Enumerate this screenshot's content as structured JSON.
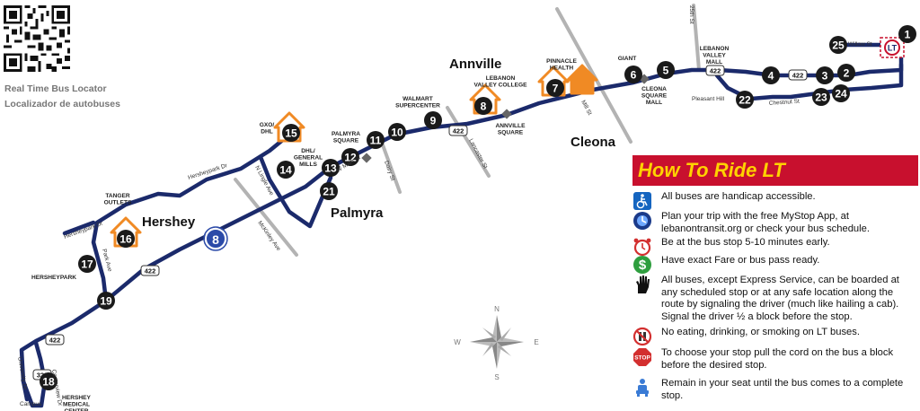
{
  "qr": {
    "line1": "Real Time Bus Locator",
    "line2": "Localizador de autobuses"
  },
  "towns": {
    "annville": "Annville",
    "cleona": "Cleona",
    "hershey": "Hershey",
    "palmyra": "Palmyra"
  },
  "route_shield": "8",
  "compass": {
    "n": "N",
    "s": "S",
    "e": "E",
    "w": "W"
  },
  "stops": [
    {
      "num": "1"
    },
    {
      "num": "2"
    },
    {
      "num": "3"
    },
    {
      "num": "4"
    },
    {
      "num": "5"
    },
    {
      "num": "6"
    },
    {
      "num": "7"
    },
    {
      "num": "8"
    },
    {
      "num": "9"
    },
    {
      "num": "10"
    },
    {
      "num": "11"
    },
    {
      "num": "12"
    },
    {
      "num": "13"
    },
    {
      "num": "14"
    },
    {
      "num": "15"
    },
    {
      "num": "16"
    },
    {
      "num": "17"
    },
    {
      "num": "18"
    },
    {
      "num": "19"
    },
    {
      "num": "21"
    },
    {
      "num": "22"
    },
    {
      "num": "23"
    },
    {
      "num": "24"
    },
    {
      "num": "25"
    }
  ],
  "places": {
    "giant": "GIANT",
    "lv_mall": [
      "LEBANON",
      "VALLEY",
      "MALL"
    ],
    "cleona_sq": [
      "CLEONA",
      "SQUARE",
      "MALL"
    ],
    "pinnacle": [
      "PINNACLE",
      "HEALTH"
    ],
    "lvc": [
      "LEBANON",
      "VALLEY COLLEGE"
    ],
    "annville_sq": [
      "ANNVILLE",
      "SQUARE"
    ],
    "walmart": [
      "WALMART",
      "SUPERCENTER"
    ],
    "palmyra_sq": [
      "PALMYRA",
      "SQUARE"
    ],
    "gxo": [
      "GXO/",
      "DHL"
    ],
    "dhl_mills": [
      "DHL/",
      "GENERAL",
      "MILLS"
    ],
    "tanger": [
      "TANGER",
      "OUTLETS"
    ],
    "hersheypark": "HERSHEYPARK",
    "hershey_med": [
      "HERSHEY",
      "MEDICAL",
      "CENTER"
    ]
  },
  "streets": {
    "willow": "Willow St",
    "st25": "25th St",
    "pleasant_hill": "Pleasant Hill",
    "chestnut": "Chestnut St",
    "mill": "Mill St",
    "lancaster": "Lancaster St",
    "dairy": "Dairy St",
    "w_main": "W Main St",
    "n_lingle": "N Lingle Ave",
    "hersheypark_dr1": "Hersheypark Dr",
    "hersheypark_dr2": "Hersheypark Dr",
    "park_ave": "Park Ave",
    "mckinley": "McKinley Ave",
    "university": "University Dr",
    "centerview": "Centerview Dr",
    "campus": "Campus"
  },
  "shields": {
    "r422a": "422",
    "r422b": "422",
    "r422c": "422",
    "r422d": "422",
    "r322": "322"
  },
  "howto": {
    "title": "How To Ride LT",
    "rules": [
      {
        "icon": "accessibility-icon",
        "color": "#1565c0",
        "text": "All buses are handicap accessible."
      },
      {
        "icon": "mystop-app-icon",
        "color": "#1a3a8a",
        "text": "Plan your trip with the free MyStop App, at lebanontransit.org or check your bus schedule."
      },
      {
        "icon": "alarm-clock-icon",
        "color": "#d32f2f",
        "text": "Be at the bus stop 5-10 minutes early."
      },
      {
        "icon": "dollar-icon",
        "color": "#2e9e3e",
        "text": "Have exact Fare or bus pass ready."
      },
      {
        "icon": "hand-icon",
        "color": "#111111",
        "text": "All buses, except Express Service, can be boarded at any scheduled stop or at any safe location along the route by signaling the driver (much like hailing a cab). Signal the driver ½ a block before the stop."
      },
      {
        "icon": "no-eating-icon",
        "color": "#d32f2f",
        "text": "No eating, drinking, or smoking on LT buses."
      },
      {
        "icon": "stop-sign-icon",
        "color": "#d32f2f",
        "text": "To choose your stop pull the cord on the bus a block before the desired stop."
      },
      {
        "icon": "seated-passenger-icon",
        "color": "#3a7bd5",
        "text": "Remain in your seat until the bus comes to a complete stop."
      }
    ]
  },
  "colors": {
    "route": "#1b2a6b",
    "stop": "#1a1a1a",
    "landmark": "#f08a24",
    "title_bg": "#c8102e",
    "title_fg": "#ffd200",
    "side_street": "#b3b3b3"
  }
}
